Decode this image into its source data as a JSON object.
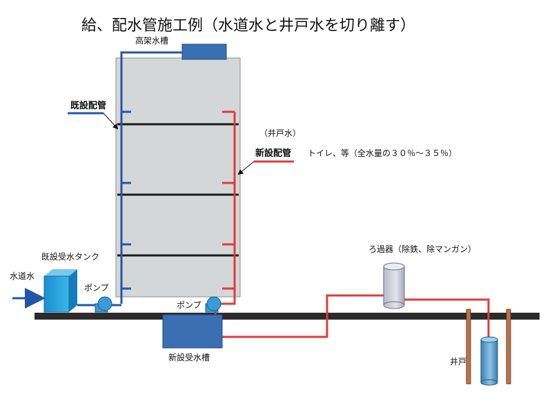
{
  "title": "給、配水管施工例（水道水と井戸水を切り離す）",
  "labels": {
    "elevated_tank": "高架水槽",
    "existing_pipe": "既設配管",
    "well_water_note": "（井戸水）",
    "new_pipe": "新設配管",
    "new_pipe_note": "トイレ、等（全水量の３０％～３５％）",
    "filter": "ろ過器（除鉄、除マンガン）",
    "existing_tank": "既設受水タンク",
    "city_water": "水道水",
    "pump_left": "ポンプ",
    "pump_center": "ポンプ",
    "new_tank": "新設受水槽",
    "well": "井戸"
  },
  "colors": {
    "existing_line": "#2356a8",
    "new_line": "#e03a3e",
    "building": "#d4d7d7",
    "ground": "#2b2b2b",
    "tank_blue": "#3a6fb3",
    "existing_tank": "#1e9ad6",
    "well_casing": "#b87350",
    "filter": "#c9c9d6"
  }
}
